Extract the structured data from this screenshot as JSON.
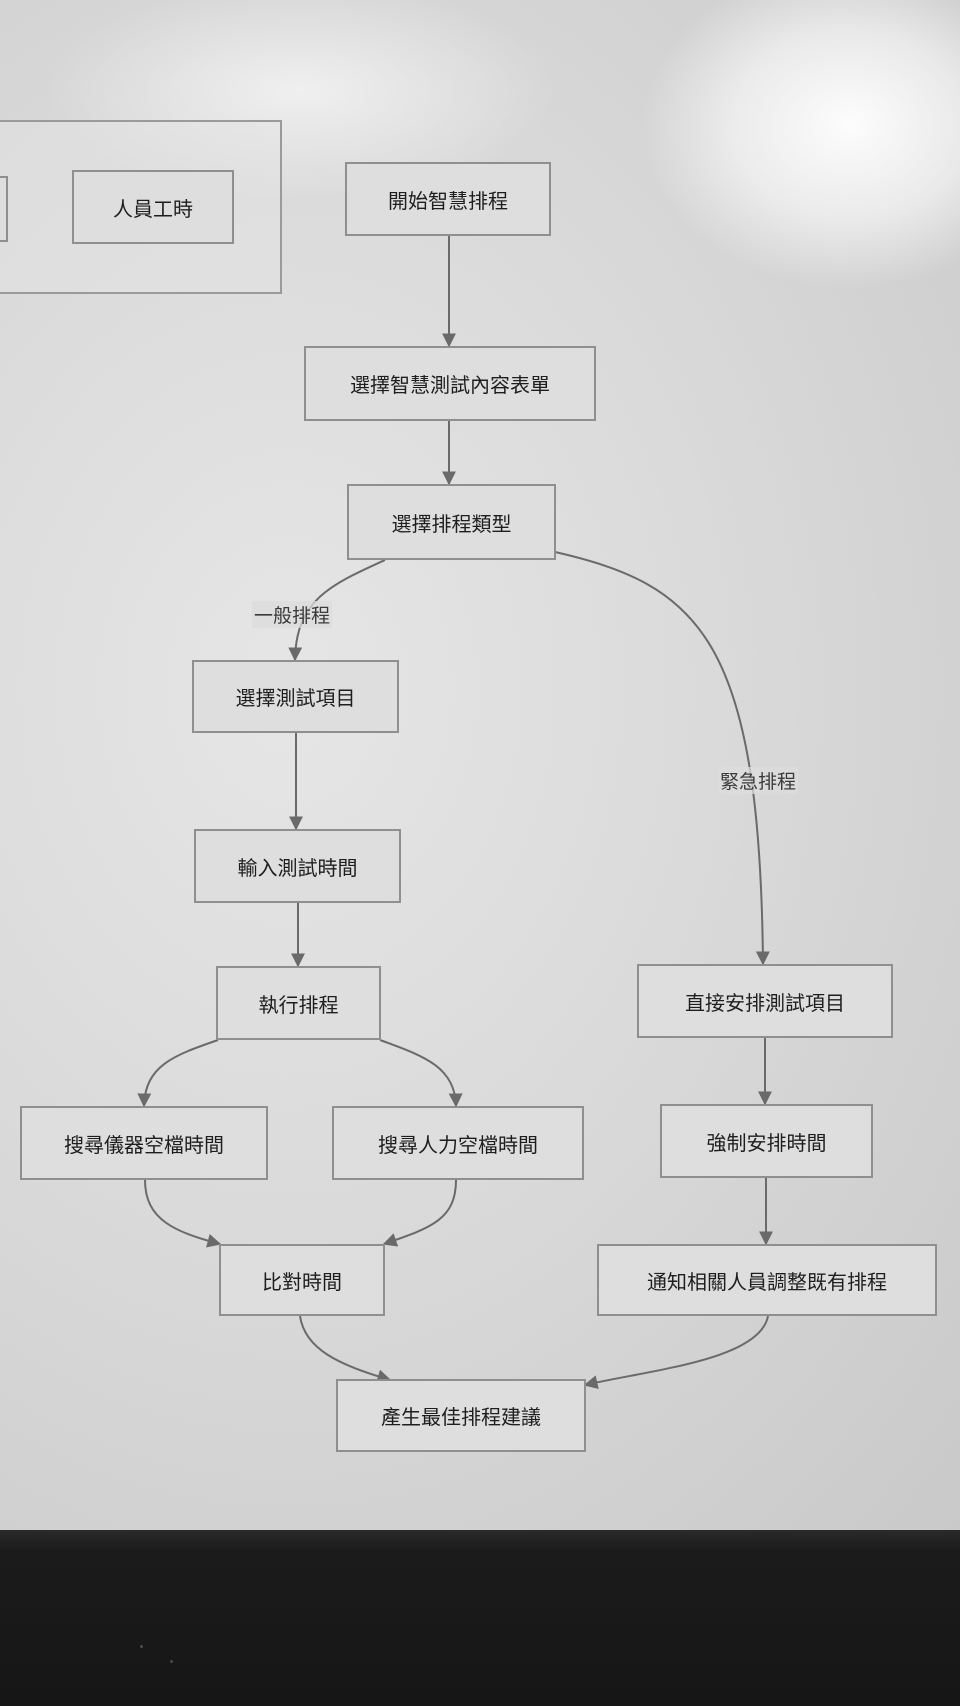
{
  "diagram": {
    "nodes": {
      "staff_hours": "人員工時",
      "start": "開始智慧排程",
      "select_form": "選擇智慧測試內容表單",
      "select_type": "選擇排程類型",
      "select_items": "選擇測試項目",
      "input_time": "輸入測試時間",
      "execute": "執行排程",
      "search_instrument": "搜尋儀器空檔時間",
      "search_staff": "搜尋人力空檔時間",
      "compare": "比對時間",
      "direct_arrange": "直接安排測試項目",
      "force_time": "強制安排時間",
      "notify": "通知相關人員調整既有排程",
      "result": "產生最佳排程建議"
    },
    "edge_labels": {
      "normal": "一般排程",
      "urgent": "緊急排程"
    }
  }
}
